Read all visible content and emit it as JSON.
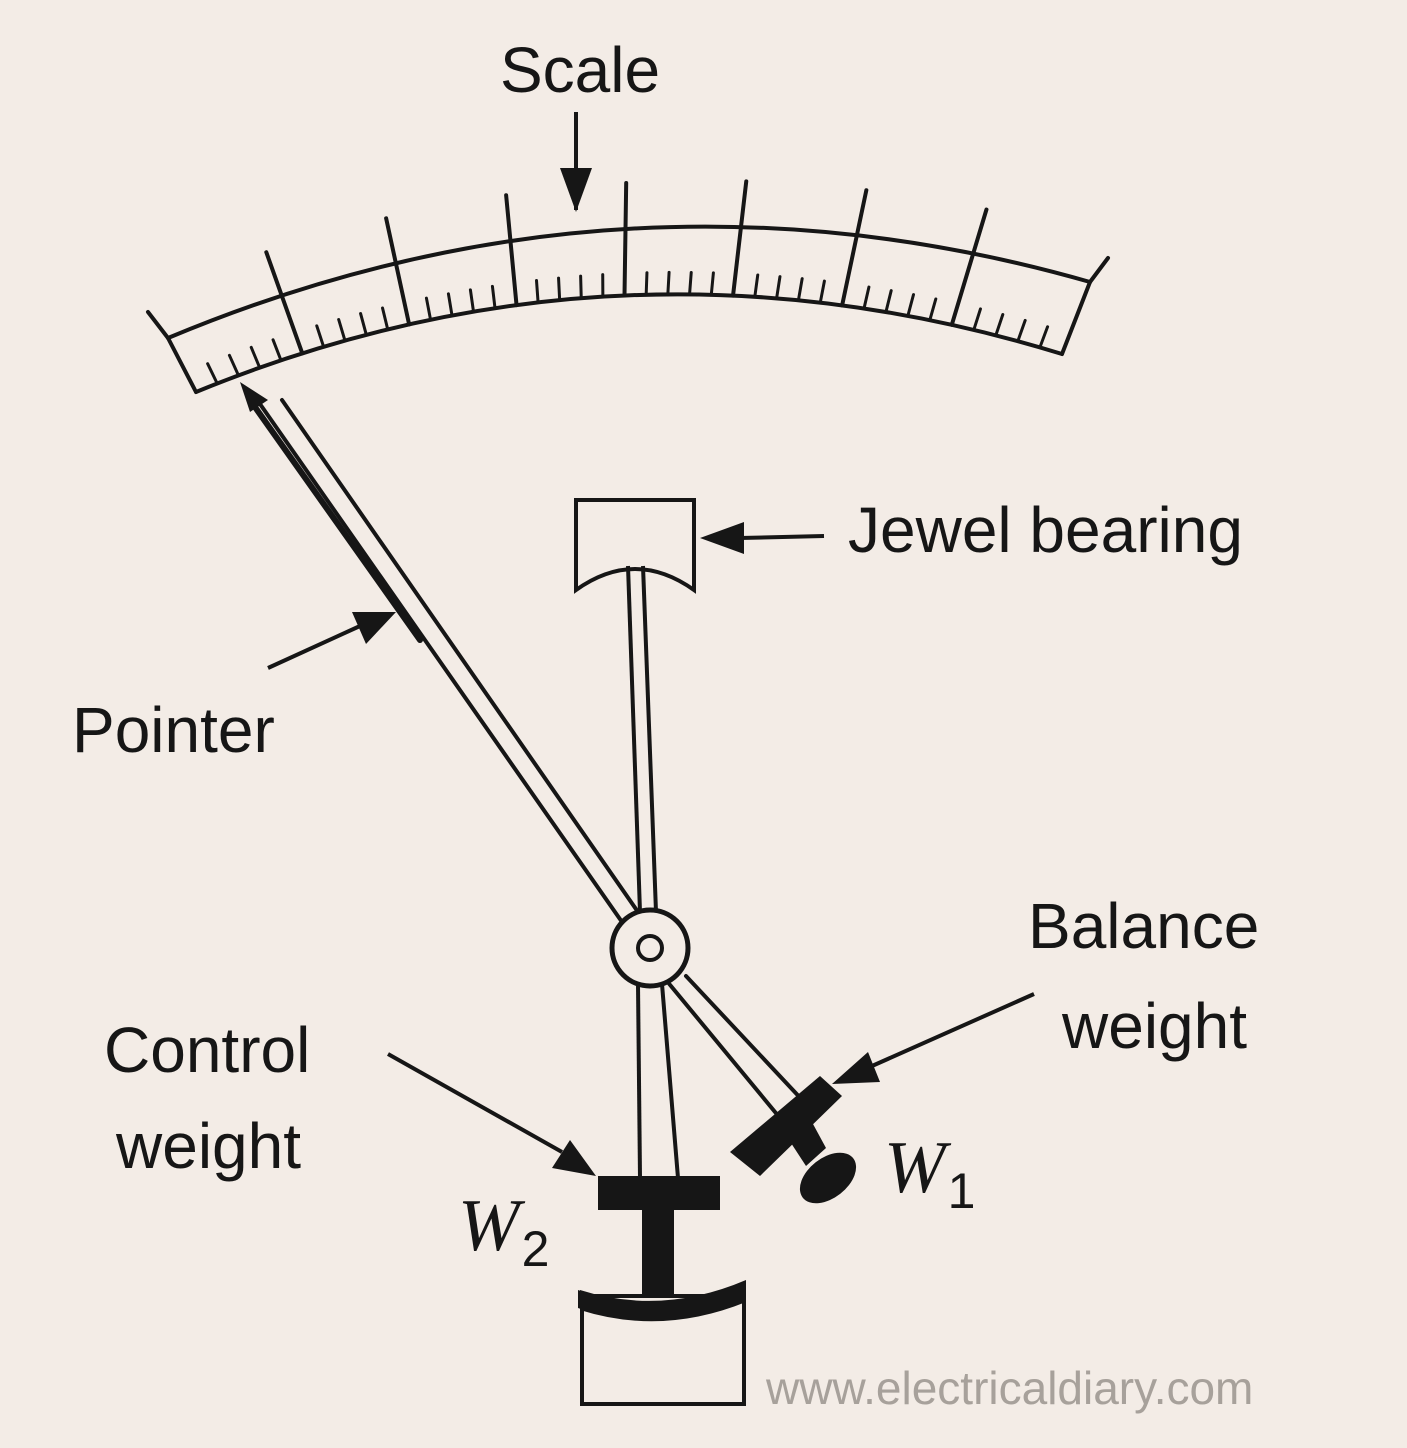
{
  "colors": {
    "background": "#f3ece6",
    "ink": "#161616",
    "watermark": "#a7a19b"
  },
  "labels": {
    "scale": "Scale",
    "jewel_bearing": "Jewel bearing",
    "pointer": "Pointer",
    "balance_weight_line1": "Balance",
    "balance_weight_line2": "weight",
    "control_weight_line1": "Control",
    "control_weight_line2": "weight",
    "w1_letter": "W",
    "w1_sub": "1",
    "w2_letter": "W",
    "w2_sub": "2"
  },
  "watermark": "www.electricaldiary.com"
}
